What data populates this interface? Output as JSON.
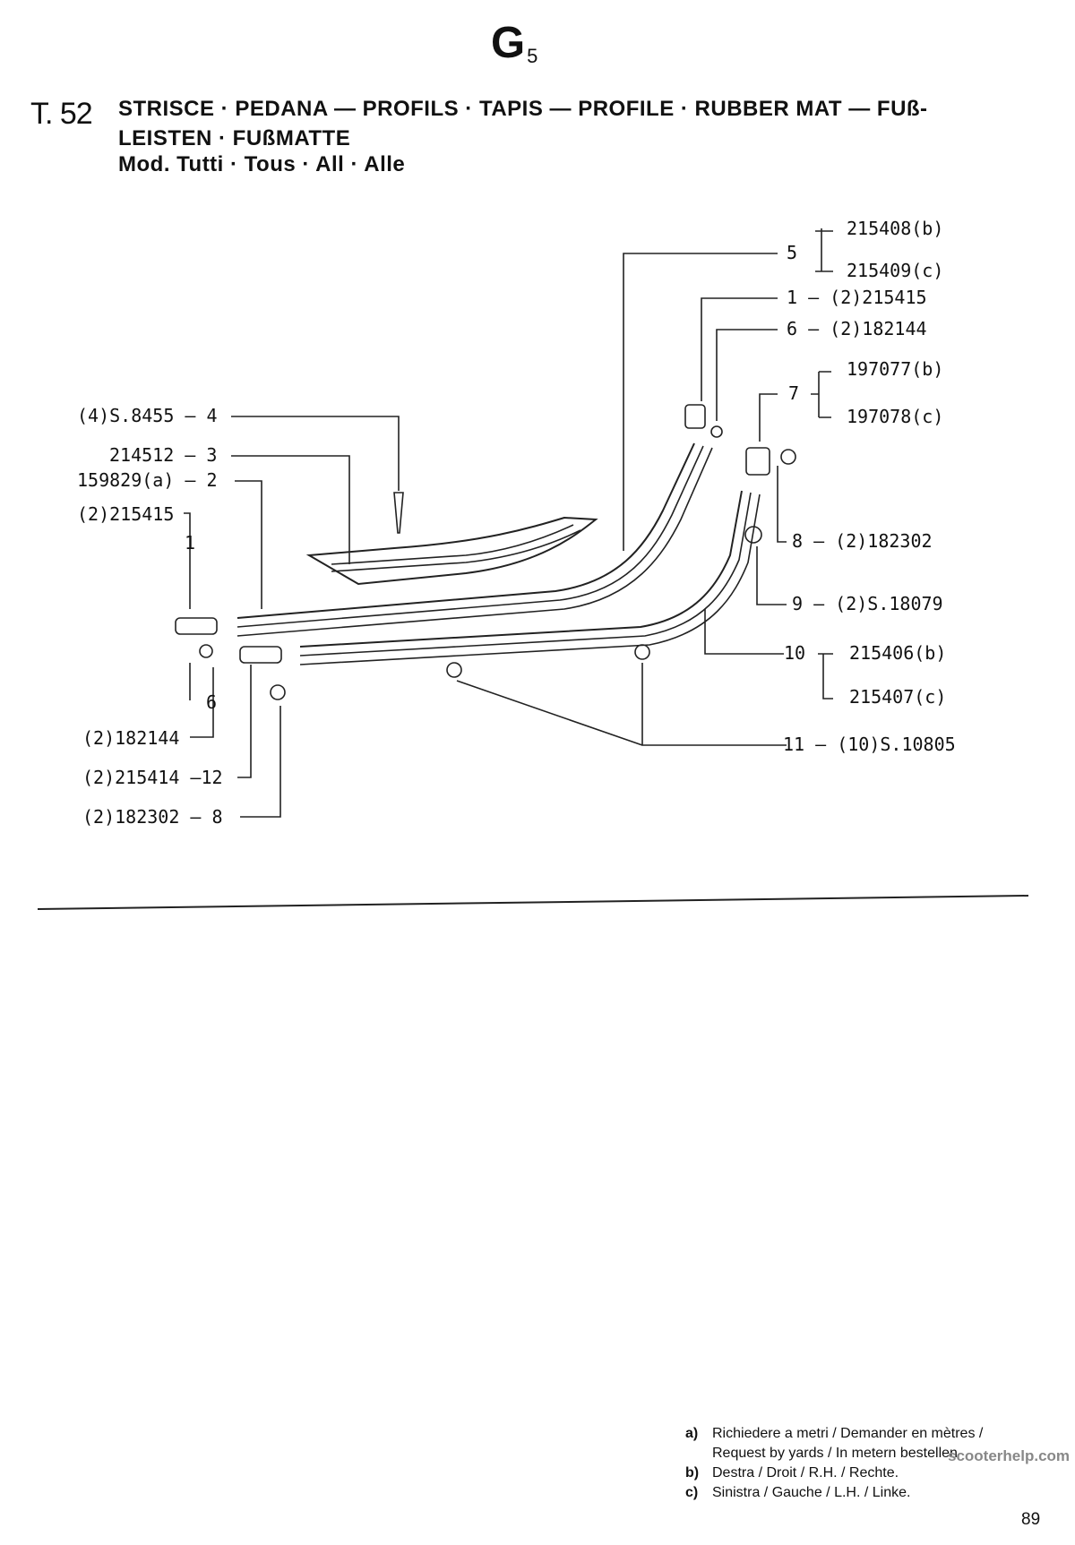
{
  "section": {
    "letter": "G",
    "sub": "5"
  },
  "table_code": "T. 52",
  "title": {
    "line1": "STRISCE · PEDANA — PROFILS · TAPIS — PROFILE · RUBBER MAT — FUß-",
    "line2": "LEISTEN · FUßMATTE",
    "line3": "Mod. Tutti · Tous · All · Alle"
  },
  "labels_left": [
    {
      "text": "(4)S.8455 — 4"
    },
    {
      "text": "214512 — 3"
    },
    {
      "text": "159829(a) — 2"
    },
    {
      "text": "(2)215415"
    },
    {
      "text": "1"
    },
    {
      "text": "6"
    },
    {
      "text": "(2)182144"
    },
    {
      "text": "(2)215414 —12"
    },
    {
      "text": "(2)182302 — 8"
    }
  ],
  "labels_right": [
    {
      "text": "5"
    },
    {
      "text": "215408(b)"
    },
    {
      "text": "215409(c)"
    },
    {
      "text": "1 — (2)215415"
    },
    {
      "text": "6 — (2)182144"
    },
    {
      "text": "7"
    },
    {
      "text": "197077(b)"
    },
    {
      "text": "197078(c)"
    },
    {
      "text": "8 — (2)182302"
    },
    {
      "text": "9 — (2)S.18079"
    },
    {
      "text": "10"
    },
    {
      "text": "215406(b)"
    },
    {
      "text": "215407(c)"
    },
    {
      "text": "11 — (10)S.10805"
    }
  ],
  "notes": [
    {
      "key": "a)",
      "text": "Richiedere a metri / Demander en mètres /"
    },
    {
      "key": "",
      "text": "Request by yards / In metern bestellen"
    },
    {
      "key": "b)",
      "text": "Destra / Droit / R.H. / Rechte."
    },
    {
      "key": "c)",
      "text": "Sinistra / Gauche / L.H. / Linke."
    }
  ],
  "watermark": "scooterhelp.com",
  "page_number": "89"
}
